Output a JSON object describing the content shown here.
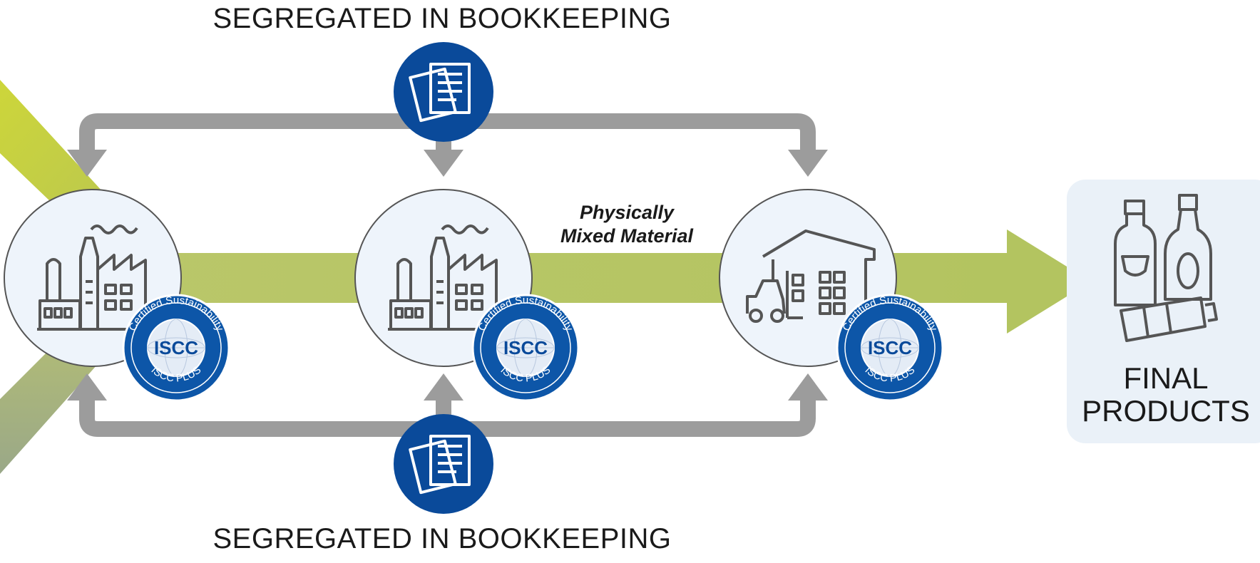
{
  "headings": {
    "top": "SEGREGATED IN BOOKKEEPING",
    "bottom": "SEGREGATED IN BOOKKEEPING"
  },
  "flow_label": {
    "line1": "Physically",
    "line2": "Mixed Material"
  },
  "final_products": {
    "line1": "FINAL",
    "line2": "PRODUCTS"
  },
  "badge": {
    "ring_top_text": "Certified Sustainability",
    "ring_bottom_text": "ISCC PLUS",
    "center_text": "ISCC"
  },
  "nodes": [
    {
      "icon": "factory-icon"
    },
    {
      "icon": "factory-icon"
    },
    {
      "icon": "warehouse-forklift-icon"
    }
  ],
  "colors": {
    "flow_green": "#b9c665",
    "input_lime": "#cdd63a",
    "input_sage": "#a7b27e",
    "bookkeeping_gray": "#9c9c9c",
    "doc_blue": "#0a4a9a",
    "node_fill": "#eef4fb",
    "icon_stroke": "#555555",
    "final_box_fill": "#eaf1f8"
  }
}
